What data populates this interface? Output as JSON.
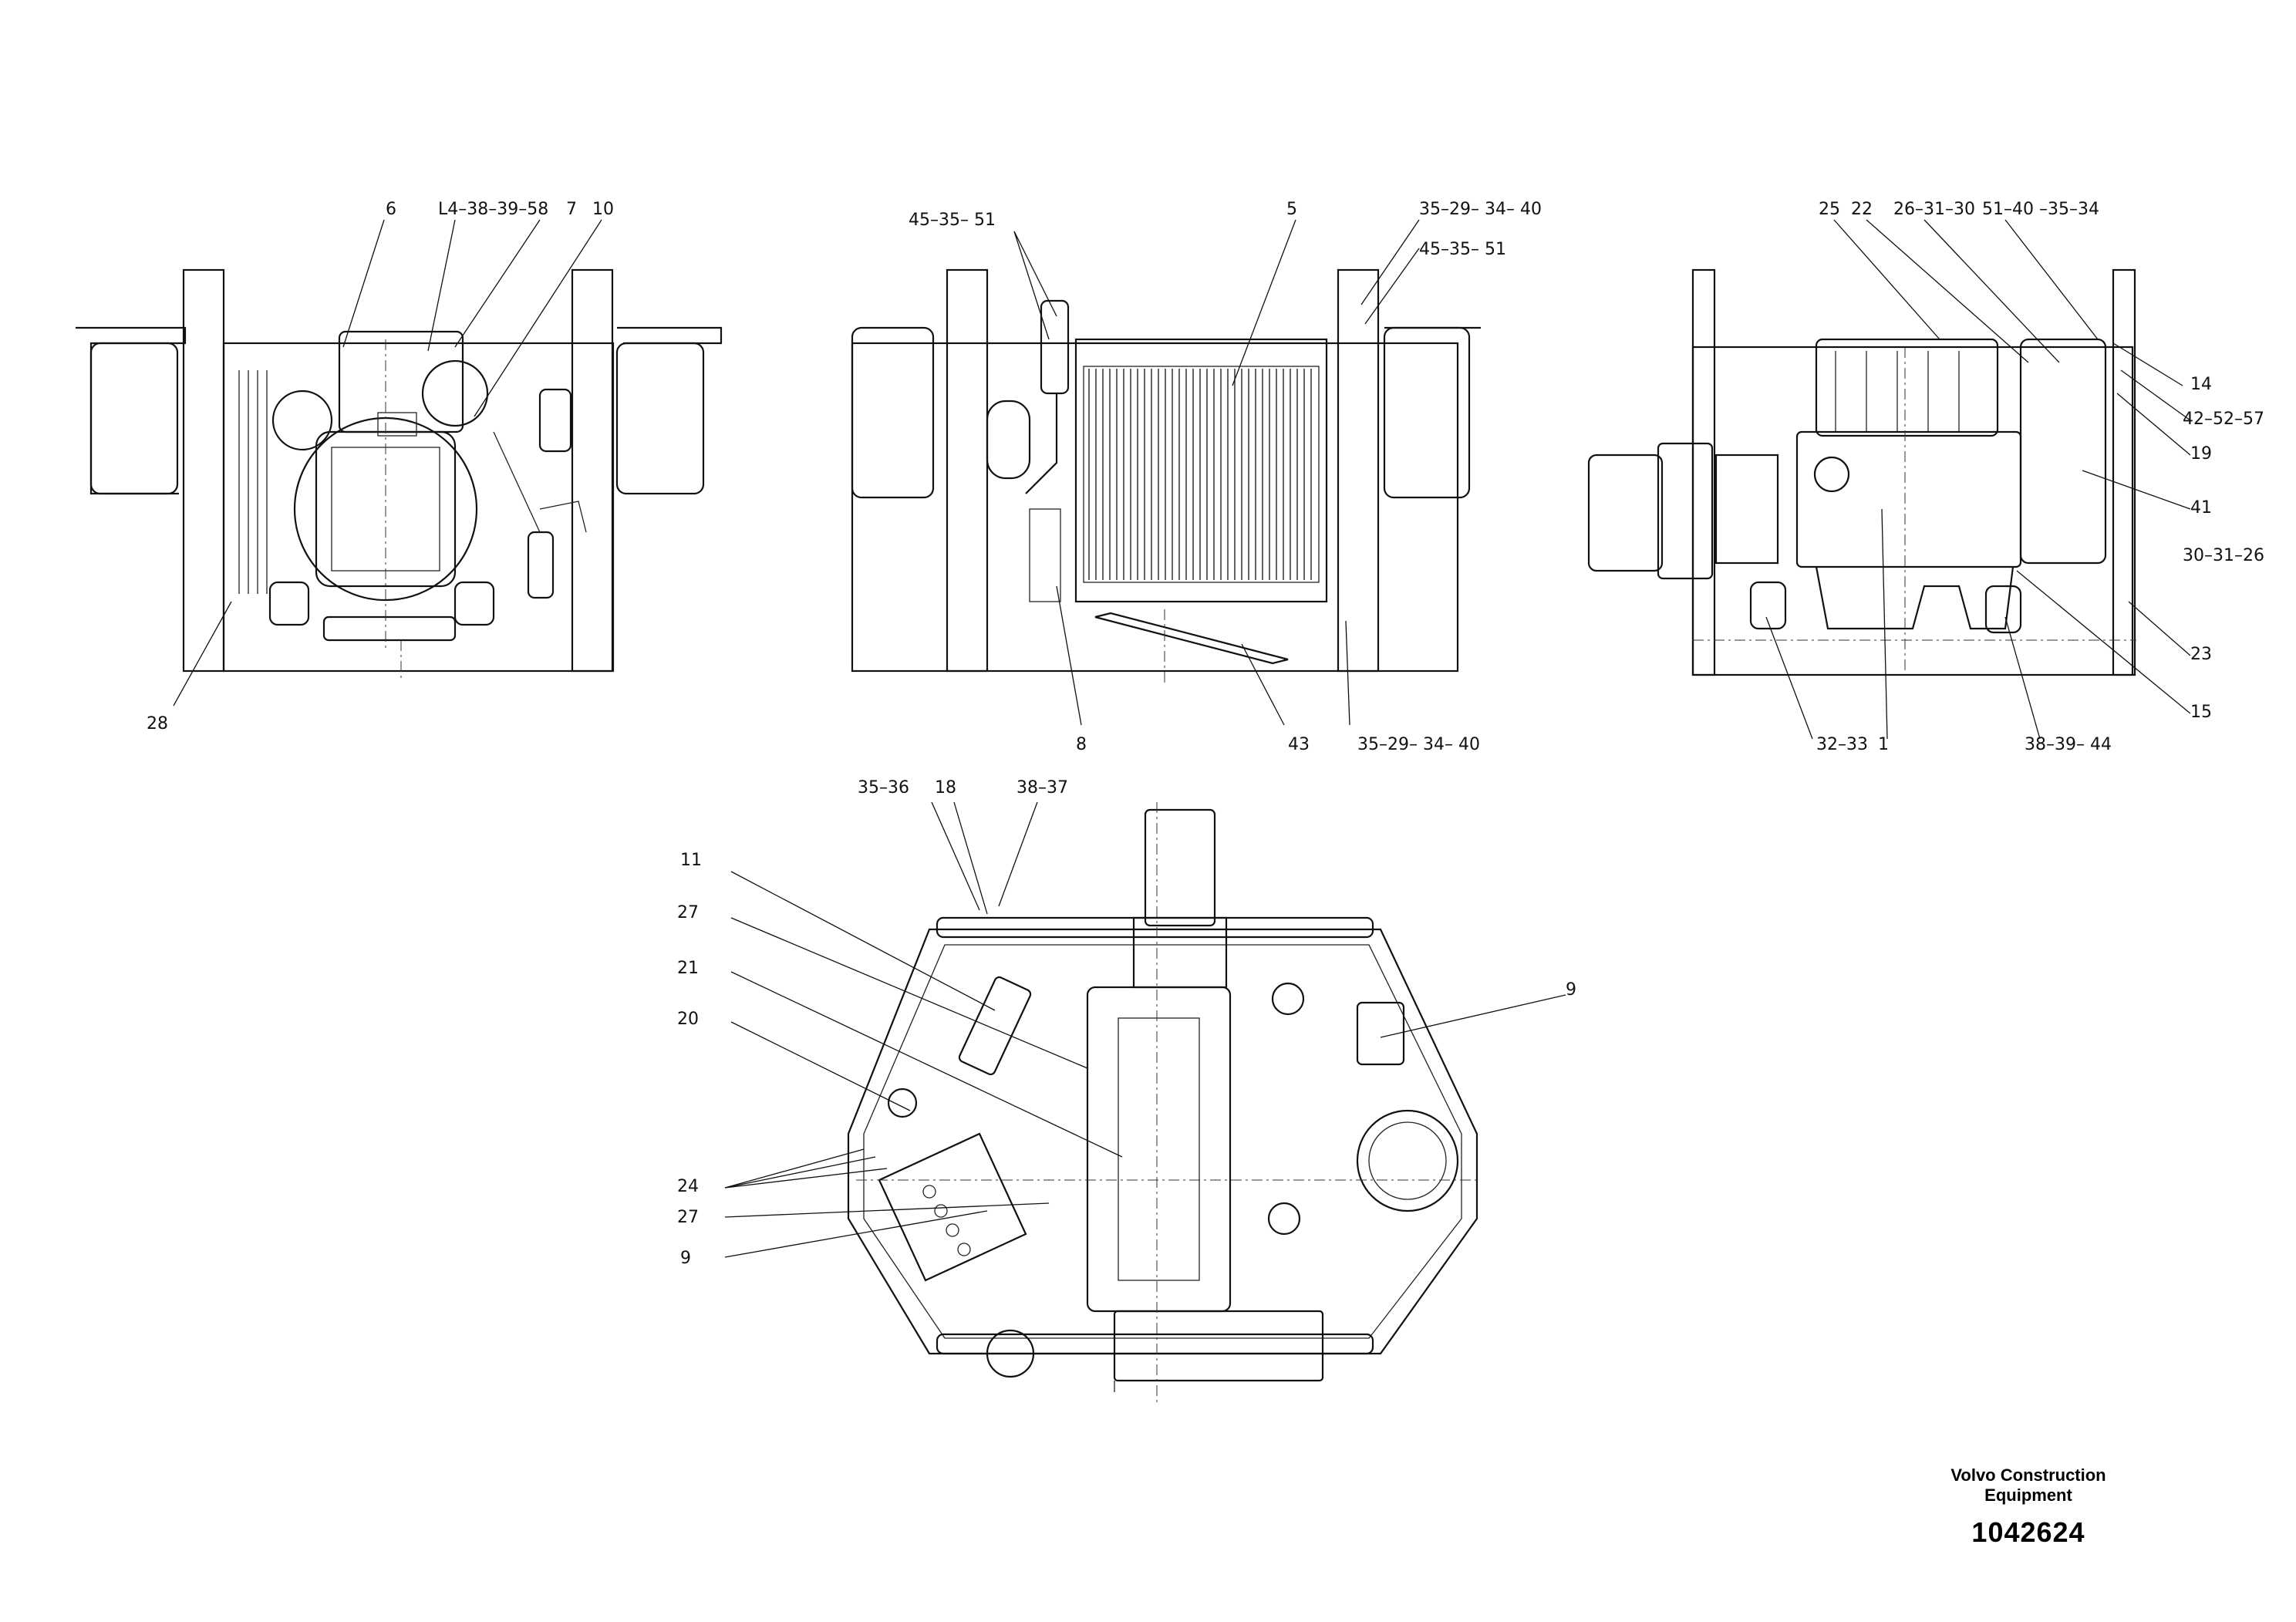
{
  "title_block": {
    "company": "Volvo Construction Equipment",
    "document_number": "1042624"
  },
  "views": {
    "left_view": {
      "callouts": [
        "6",
        "L4–38–39–58",
        "7",
        "10",
        "28"
      ]
    },
    "center_view": {
      "callouts": [
        "45–35– 51",
        "5",
        "35–29– 34– 40",
        "45–35– 51",
        "8",
        "43",
        "35–29– 34– 40"
      ]
    },
    "right_view": {
      "callouts": [
        "25",
        "22",
        "26–31–30",
        "51–40 –35–34",
        "14",
        "42–52–57",
        "19",
        "41",
        "30–31–26",
        "23",
        "15",
        "32–33",
        "1",
        "38–39– 44"
      ]
    },
    "bottom_view": {
      "callouts": [
        "35–36",
        "18",
        "38–37",
        "11",
        "27",
        "21",
        "20",
        "9",
        "24",
        "27",
        "9"
      ]
    }
  },
  "icons": {
    "left_view": "engine-radiator-end-icon",
    "center_view": "radiator-core-icon",
    "right_view": "engine-side-elevation-icon",
    "bottom_view": "chassis-top-view-icon"
  }
}
